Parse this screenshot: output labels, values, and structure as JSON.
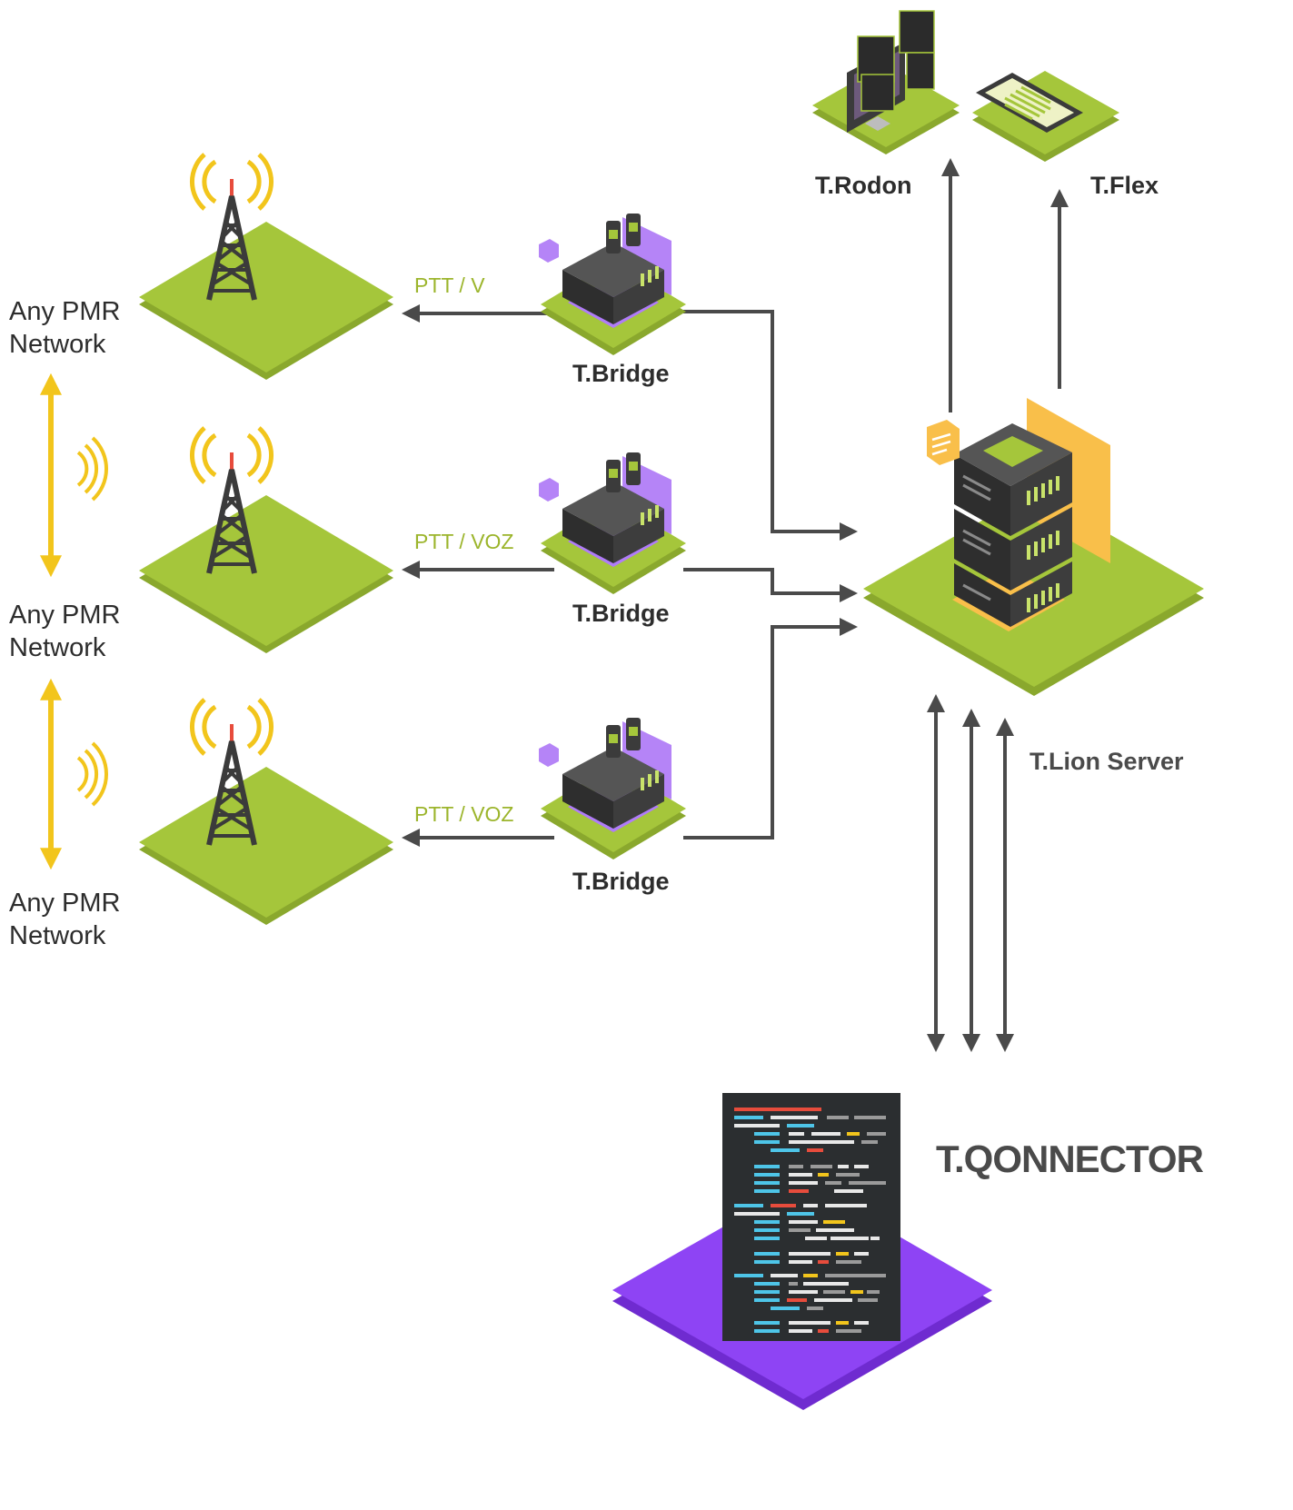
{
  "networks": [
    {
      "line1": "Any PMR",
      "line2": "Network"
    },
    {
      "line1": "Any PMR",
      "line2": "Network"
    },
    {
      "line1": "Any PMR",
      "line2": "Network"
    }
  ],
  "links": [
    {
      "ptt_label": "PTT / V",
      "bridge_label": "T.Bridge"
    },
    {
      "ptt_label": "PTT / VOZ",
      "bridge_label": "T.Bridge"
    },
    {
      "ptt_label": "PTT / VOZ",
      "bridge_label": "T.Bridge"
    }
  ],
  "server": {
    "label": "T.Lion Server"
  },
  "clients": {
    "rodon": "T.Rodon",
    "flex": "T.Flex"
  },
  "connector": {
    "label": "T.QONNECTOR"
  },
  "colors": {
    "platform_green": "#a5c63b",
    "platform_purple": "#8e44f4",
    "arrow_yellow": "#f2c51c",
    "line_dark": "#4a4a4a",
    "ptt_green": "#9cb52c",
    "server_orange": "#f9bf4a"
  },
  "icons": [
    "radio-tower-icon",
    "signal-waves-icon",
    "gateway-device-icon",
    "server-rack-icon",
    "monitor-icon",
    "tablet-icon",
    "code-document-icon"
  ]
}
